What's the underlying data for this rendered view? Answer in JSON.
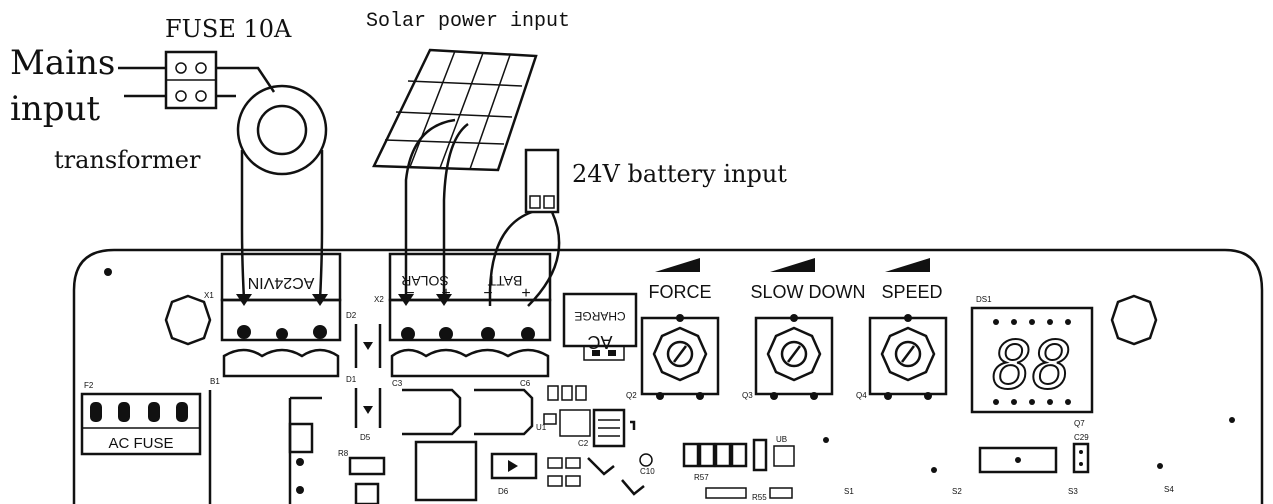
{
  "labels": {
    "fuse": "FUSE 10A",
    "mains_line1": "Mains",
    "mains_line2": "input",
    "transformer": "transformer",
    "solar": "Solar power input",
    "battery": "24V battery input"
  },
  "board": {
    "terminal_ac": "AC24VIN",
    "terminal_solar": "SOLAR",
    "terminal_batt": "BATT",
    "solar_minus": "−",
    "solar_plus": "+",
    "batt_minus": "−",
    "batt_plus": "+",
    "charge_line1": "CHARGE",
    "charge_line2": "AC",
    "force": "FORCE",
    "slow_down": "SLOW DOWN",
    "speed": "SPEED",
    "display_value": "88",
    "ac_fuse": "AC FUSE",
    "refs": {
      "x1": "X1",
      "x2": "X2",
      "d1": "D1",
      "d2": "D2",
      "f2": "F2",
      "b1": "B1",
      "c3": "C3",
      "c6": "C6",
      "q2": "Q2",
      "q3": "Q3",
      "q4": "Q4",
      "ds1": "DS1",
      "q7": "Q7",
      "c29": "C29",
      "s1": "S1",
      "s2": "S2",
      "s3": "S3",
      "s4": "S4",
      "r8": "R8",
      "d6": "D6",
      "c10": "C10",
      "u1": "U1",
      "c2": "C2",
      "r57": "R57",
      "r55": "R55",
      "d5": "D5",
      "ub": "UB"
    }
  }
}
